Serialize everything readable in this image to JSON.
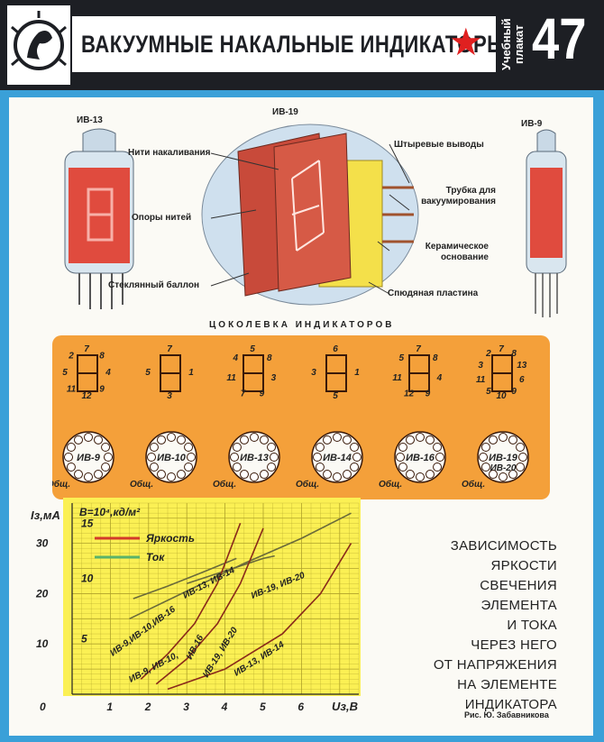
{
  "header": {
    "title": "ВАКУУМНЫЕ НАКАЛЬНЫЕ ИНДИКАТОРЫ",
    "poster_type": "Учебный плакат",
    "number": "47",
    "colors": {
      "dark": "#1d1f24",
      "star": "#e02020",
      "frame": "#3aa0d8",
      "panel": "#f4a03a",
      "chart_bg": "#fbf054"
    }
  },
  "diagram": {
    "tube_left": "ИВ-13",
    "tube_center": "ИВ-19",
    "tube_right": "ИВ-9",
    "callouts": {
      "filaments": "Нити накаливания",
      "supports": "Опоры нитей",
      "glass": "Стеклянный баллон",
      "pins": "Штыревые выводы",
      "tube_pump": "Трубка для вакуумирования",
      "ceramic": "Керамическое основание",
      "solder": "Спюдяная пластина"
    }
  },
  "pinout": {
    "caption": "ЦОКОЛЕВКА ИНДИКАТОРОВ",
    "common": "Общ.",
    "bases": [
      {
        "name": "ИВ-9",
        "digits": [
          "7",
          "8",
          "4",
          "9",
          "12",
          "11",
          "5",
          "2"
        ]
      },
      {
        "name": "ИВ-10",
        "digits": [
          "7",
          "1",
          "3",
          "5"
        ]
      },
      {
        "name": "ИВ-13",
        "digits": [
          "5",
          "8",
          "3",
          "9",
          "7",
          "11",
          "4"
        ]
      },
      {
        "name": "ИВ-14",
        "digits": [
          "6",
          "1",
          "5",
          "3"
        ]
      },
      {
        "name": "ИВ-16",
        "digits": [
          "7",
          "8",
          "4",
          "9",
          "12",
          "11",
          "5"
        ]
      },
      {
        "name": "ИВ-19",
        "digits": [
          "7",
          "8",
          "13",
          "6",
          "9",
          "10",
          "5",
          "11",
          "3",
          "2"
        ]
      }
    ],
    "base_extra": "ИВ-20"
  },
  "chart_data": {
    "type": "line",
    "ylabel": "Iз,мА",
    "ylabel2": "B=10⁴,кд/м²",
    "xlabel": "Uз,В",
    "x_ticks": [
      "0",
      "1",
      "2",
      "3",
      "4",
      "5",
      "6"
    ],
    "y_ticks_current": [
      "10",
      "20",
      "30"
    ],
    "y_ticks_brightness": [
      "5",
      "10",
      "15"
    ],
    "xlim": [
      0,
      7.5
    ],
    "ylim": [
      0,
      38
    ],
    "legend": [
      {
        "name": "Яркость",
        "color": "#d23a2a"
      },
      {
        "name": "Ток",
        "color": "#5ab36a"
      }
    ],
    "series": [
      {
        "name": "ИВ-9, ИВ-10, ИВ-16 (ток)",
        "kind": "current",
        "x": [
          1.6,
          2.5,
          3.5,
          4.3
        ],
        "y": [
          19,
          21.5,
          24.5,
          27
        ]
      },
      {
        "name": "ИВ-13, ИВ-14 (ток)",
        "kind": "current",
        "x": [
          1.5,
          3,
          4.5,
          6,
          7.3
        ],
        "y": [
          15,
          20.5,
          26,
          31,
          36
        ]
      },
      {
        "name": "ИВ-19, ИВ-20 (ток)",
        "kind": "current",
        "x": [
          3,
          4,
          5,
          5.3
        ],
        "y": [
          22,
          24.5,
          27,
          27.5
        ]
      },
      {
        "name": "ИВ-9, ИВ-10, ИВ-16 (яркость)",
        "kind": "brightness",
        "x": [
          1.8,
          2.5,
          3.2,
          3.8,
          4.4
        ],
        "y": [
          3,
          8,
          14,
          22,
          34
        ]
      },
      {
        "name": "ИВ-19, ИВ-20 (яркость)",
        "kind": "brightness",
        "x": [
          2.2,
          3,
          3.8,
          4.4,
          5
        ],
        "y": [
          2,
          7,
          14,
          22,
          33
        ]
      },
      {
        "name": "ИВ-13, ИВ-14 (яркость)",
        "kind": "brightness",
        "x": [
          2.5,
          4,
          5.5,
          6.5,
          7.3
        ],
        "y": [
          1,
          5,
          12,
          20,
          30
        ]
      }
    ],
    "curve_labels": {
      "c1": "ИВ-9,ИВ-10,ИВ-16",
      "c2": "ИВ-13, ИВ-14",
      "c3": "ИВ-19, ИВ-20",
      "b1": "ИВ-9, ИВ-10,",
      "b1b": "ИВ-16",
      "b2": "ИВ-19, ИВ-20",
      "b3": "ИВ-13, ИВ-14"
    }
  },
  "description": {
    "lines": [
      "ЗАВИСИМОСТЬ",
      "ЯРКОСТИ",
      "СВЕЧЕНИЯ",
      "ЭЛЕМЕНТА",
      "И ТОКА",
      "ЧЕРЕЗ НЕГО",
      "ОТ НАПРЯЖЕНИЯ",
      "НА ЭЛЕМЕНТЕ",
      "ИНДИКАТОРА"
    ],
    "credit": "Рис. Ю. Забавникова"
  }
}
